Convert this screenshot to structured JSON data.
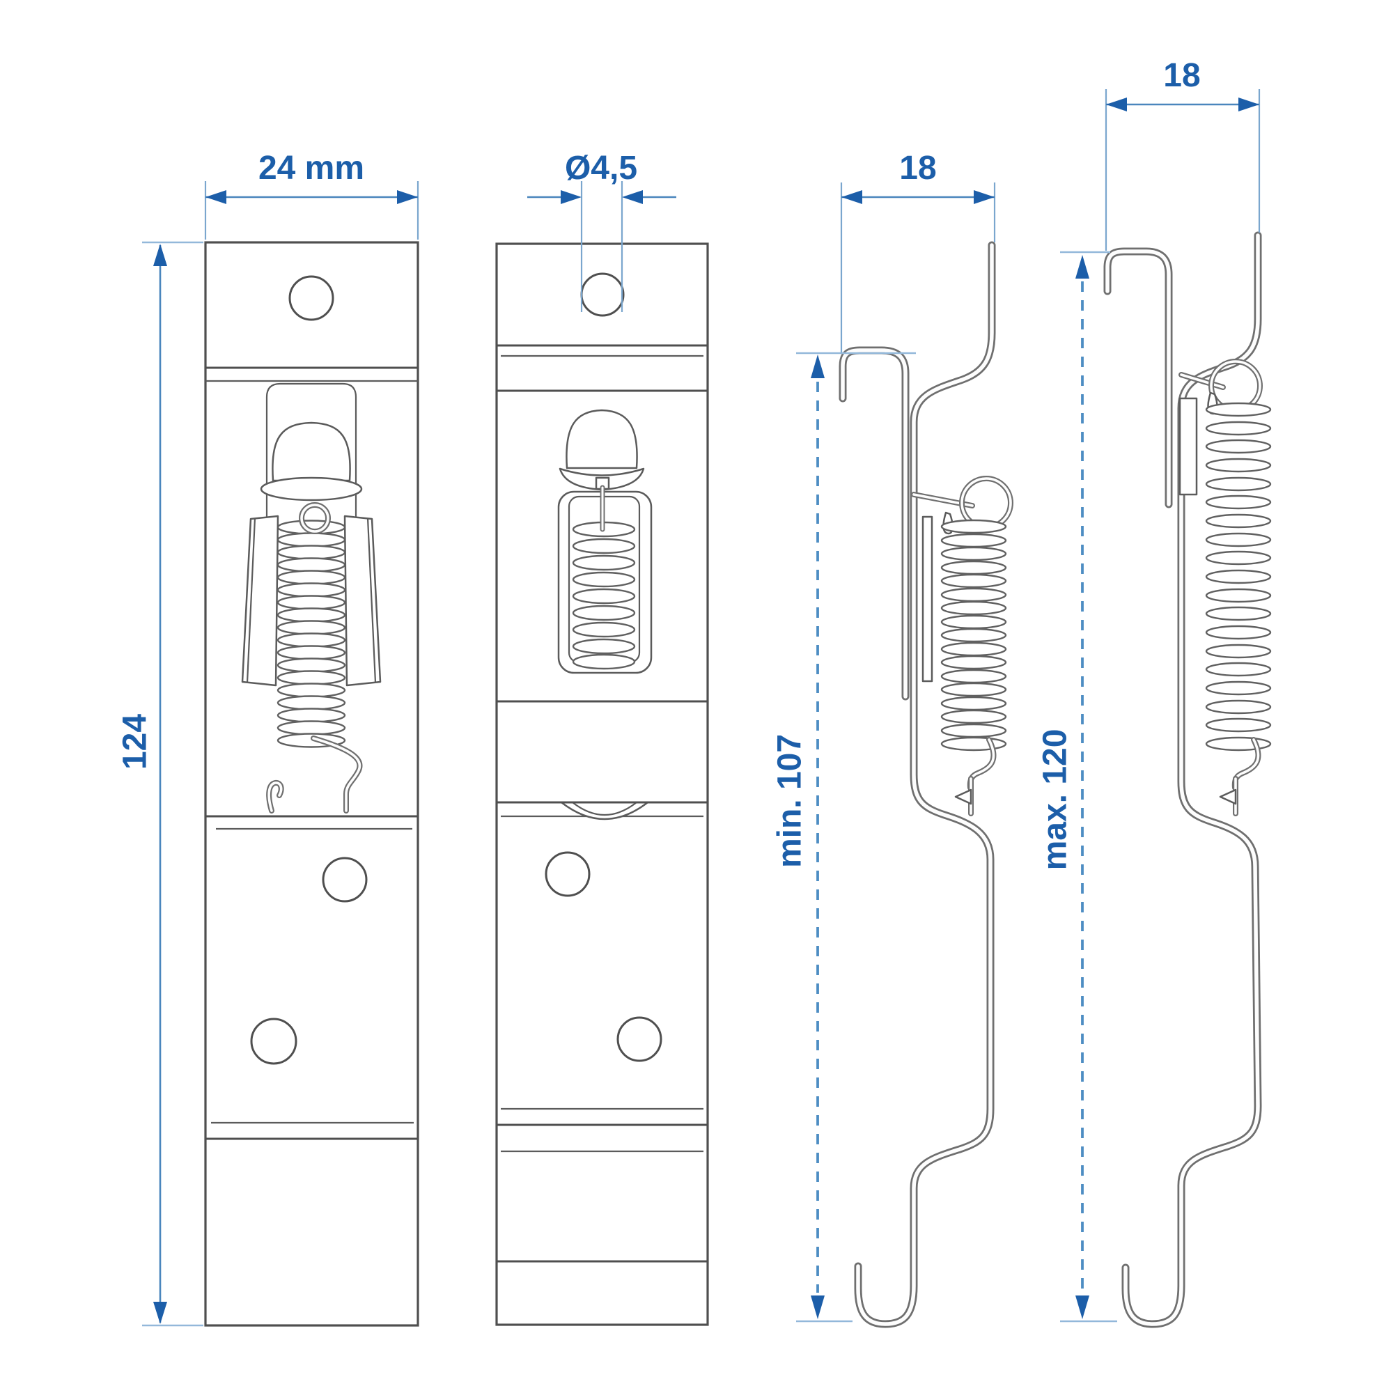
{
  "diagram": {
    "background": "#ffffff",
    "colors": {
      "dimension_text": "#1c5ea9",
      "dimension_line": "#4a86bd",
      "extension_line": "#7aa6ce",
      "dashed_line": "#4d8dc3",
      "part_outline": "#4f4f4f",
      "steel_tube": "#6f6f6f"
    },
    "views": {
      "front": {
        "width_dim": "24 mm",
        "height_dim": "124"
      },
      "back": {
        "hole_dim": "Ø4,5"
      },
      "side_min": {
        "width_dim": "18",
        "height_dim": "min. 107"
      },
      "side_max": {
        "width_dim": "18",
        "height_dim": "max. 120"
      }
    }
  }
}
